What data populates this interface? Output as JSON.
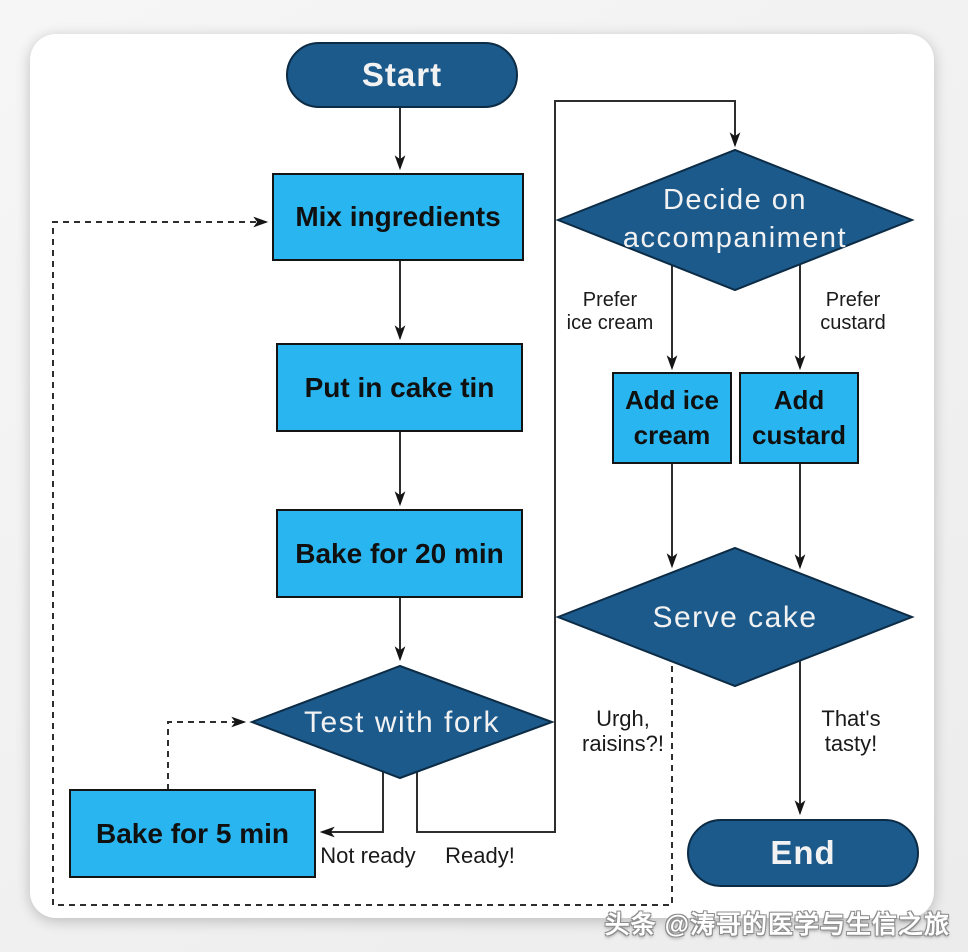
{
  "colors": {
    "node_dark": "#1c5a8c",
    "node_light": "#29b6f0",
    "line": "#2e2e2e",
    "arrow": "#151515",
    "text_dark": "#101010",
    "text_light": "#f2f2f2"
  },
  "flowchart": {
    "nodes": {
      "start": "Start",
      "mix_ingredients": "Mix ingredients",
      "put_in_cake_tin": "Put in cake tin",
      "bake_20_min": "Bake for 20 min",
      "test_with_fork": "Test with fork",
      "bake_5_min": "Bake for 5 min",
      "decide_accompaniment": "Decide on\naccompaniment",
      "add_ice_cream": "Add ice\ncream",
      "add_custard": "Add\ncustard",
      "serve_cake": "Serve cake",
      "end": "End"
    },
    "edge_labels": {
      "prefer_ice_cream": "Prefer\nice cream",
      "prefer_custard": "Prefer\ncustard",
      "not_ready": "Not ready",
      "ready": "Ready!",
      "urgh_raisins": "Urgh,\nraisins?!",
      "thats_tasty": "That's\ntasty!"
    }
  },
  "watermark": "头条 @涛哥的医学与生信之旅"
}
